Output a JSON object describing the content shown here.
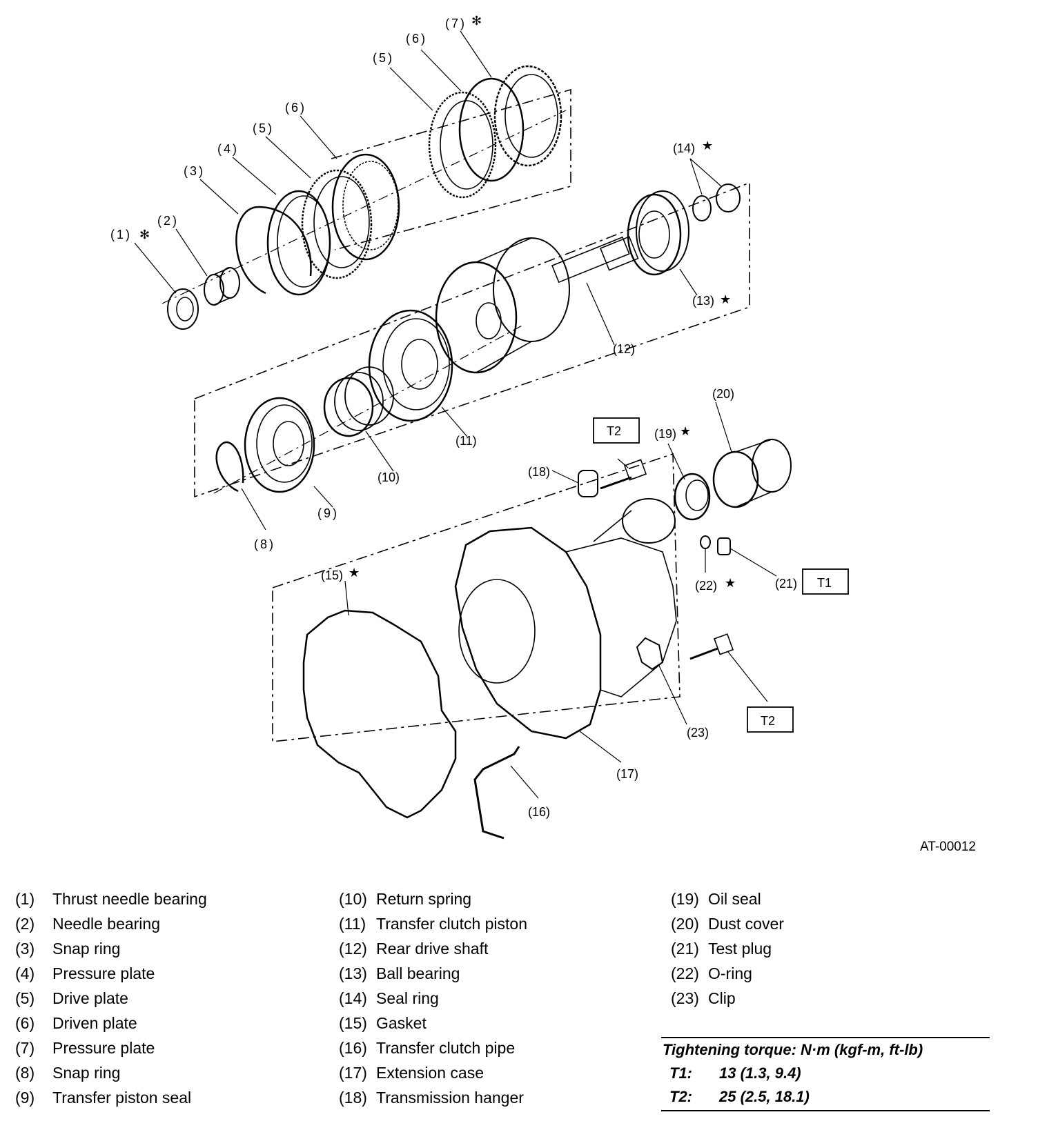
{
  "diagram": {
    "part_labels": {
      "p1": "(1)",
      "p2": "(2)",
      "p3": "(3)",
      "p4": "(4)",
      "p5a": "(5)",
      "p5b": "(5)",
      "p6a": "(6)",
      "p6b": "(6)",
      "p7": "(7)",
      "p8": "(8)",
      "p9": "(9)",
      "p10": "(10)",
      "p11": "(11)",
      "p12": "(12)",
      "p13": "(13)",
      "p14": "(14)",
      "p15": "(15)",
      "p16": "(16)",
      "p17": "(17)",
      "p18": "(18)",
      "p19": "(19)",
      "p20": "(20)",
      "p21": "(21)",
      "p22": "(22)",
      "p23": "(23)"
    },
    "torque_boxes": {
      "t2_top": "T2",
      "t1": "T1",
      "t2_bottom": "T2"
    },
    "reference_code": "AT-00012"
  },
  "legend": {
    "col1": [
      {
        "num": "(1)",
        "name": "Thrust needle bearing"
      },
      {
        "num": "(2)",
        "name": "Needle bearing"
      },
      {
        "num": "(3)",
        "name": "Snap ring"
      },
      {
        "num": "(4)",
        "name": "Pressure plate"
      },
      {
        "num": "(5)",
        "name": "Drive plate"
      },
      {
        "num": "(6)",
        "name": "Driven plate"
      },
      {
        "num": "(7)",
        "name": "Pressure plate"
      },
      {
        "num": "(8)",
        "name": "Snap ring"
      },
      {
        "num": "(9)",
        "name": "Transfer piston seal"
      }
    ],
    "col2": [
      {
        "num": "(10)",
        "name": "Return spring"
      },
      {
        "num": "(11)",
        "name": "Transfer clutch piston"
      },
      {
        "num": "(12)",
        "name": "Rear drive shaft"
      },
      {
        "num": "(13)",
        "name": "Ball bearing"
      },
      {
        "num": "(14)",
        "name": "Seal ring"
      },
      {
        "num": "(15)",
        "name": "Gasket"
      },
      {
        "num": "(16)",
        "name": "Transfer clutch pipe"
      },
      {
        "num": "(17)",
        "name": "Extension case"
      },
      {
        "num": "(18)",
        "name": "Transmission hanger"
      }
    ],
    "col3": [
      {
        "num": "(19)",
        "name": "Oil seal"
      },
      {
        "num": "(20)",
        "name": "Dust cover"
      },
      {
        "num": "(21)",
        "name": "Test plug"
      },
      {
        "num": "(22)",
        "name": "O-ring"
      },
      {
        "num": "(23)",
        "name": "Clip"
      }
    ]
  },
  "torque": {
    "title": "Tightening torque: N·m (kgf-m, ft-lb)",
    "rows": [
      {
        "key": "T1:",
        "value": "13 (1.3, 9.4)"
      },
      {
        "key": "T2:",
        "value": "25 (2.5, 18.1)"
      }
    ]
  }
}
